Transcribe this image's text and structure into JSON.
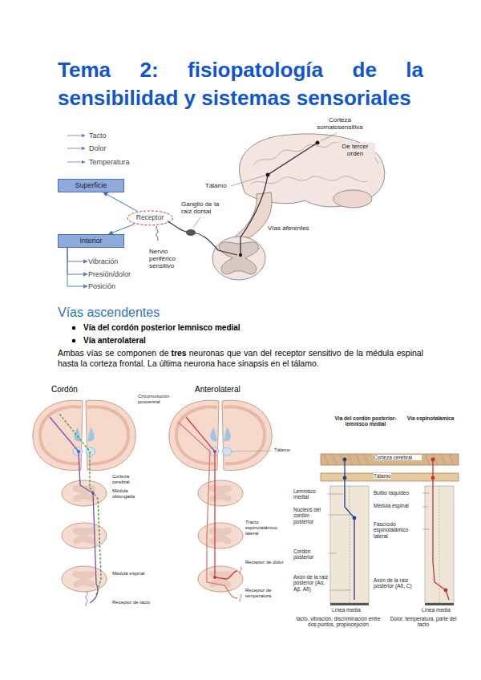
{
  "diagram": {
    "title": "Tema 2: fisiopatología de la sensibilidad y sistemas sensoriales",
    "nodes": [
      {
        "text": [
          "Superficie"
        ]
      },
      {
        "text": [
          "Receptor"
        ]
      },
      {
        "text": [
          "Interior"
        ]
      },
      {
        "text": [
          "Vibración"
        ]
      },
      {
        "text": [
          "Presión/dolor"
        ]
      },
      {
        "text": [
          "Posición"
        ]
      }
    ],
    "edges": [
      {
        "from": 1,
        "to": 0,
        "arrow": "to"
      },
      {
        "from": 1,
        "to": 2,
        "arrow": "to"
      },
      {
        "from": 2,
        "to": 3,
        "arrow": "to"
      },
      {
        "from": 2,
        "to": 4,
        "arrow": "to"
      },
      {
        "from": 2,
        "to": 5,
        "arrow": "to"
      }
    ],
    "labels": [
      "Tacto",
      "Dolor",
      "Temperatura",
      "Corteza somatosensitiva",
      "De tercer orden",
      "Tálamo",
      "Ganglio de la raíz dorsal",
      "Nervio periférico sensitivo",
      "Vías aferentes",
      "Vías ascendentes",
      "Vía del cordón posterior lemnisco medial",
      "Vía anterolateral",
      "Ambas vías se componen de",
      "tres",
      "neuronas que van del receptor sensitivo de la médula espinal hasta la corteza frontal. La última neurona hace sinapsis en el tálamo.",
      "Cordón",
      "Anterolateral",
      "Circunvolución poscentral",
      "Tálamo",
      "Corteza cerebral",
      "Médula oblongada",
      "Médula espinal",
      "Receptor de tacto",
      "Tracto espinotalámico lateral",
      "Receptor de dolor",
      "Receptor de temperatura",
      "Vía del cordón posterior-lemnisco medial",
      "Vía espinotalámica",
      "Corteza cerebral",
      "Tálamo",
      "Lemnisco medial",
      "Bulbo raquídeo",
      "Núcleos del cordón posterior",
      "Médula espinal",
      "Cordón posterior",
      "Fascículo espinotalámico lateral",
      "Axón de la raíz posterior (Aα, Aβ, Aδ)",
      "Axón de la raíz posterior (Aδ, C)",
      "Línea media",
      "Línea media",
      "tacto, vibración, discriminación entre dos puntos, propiocepción",
      "Dolor, temperatura, parte del tacto"
    ]
  }
}
